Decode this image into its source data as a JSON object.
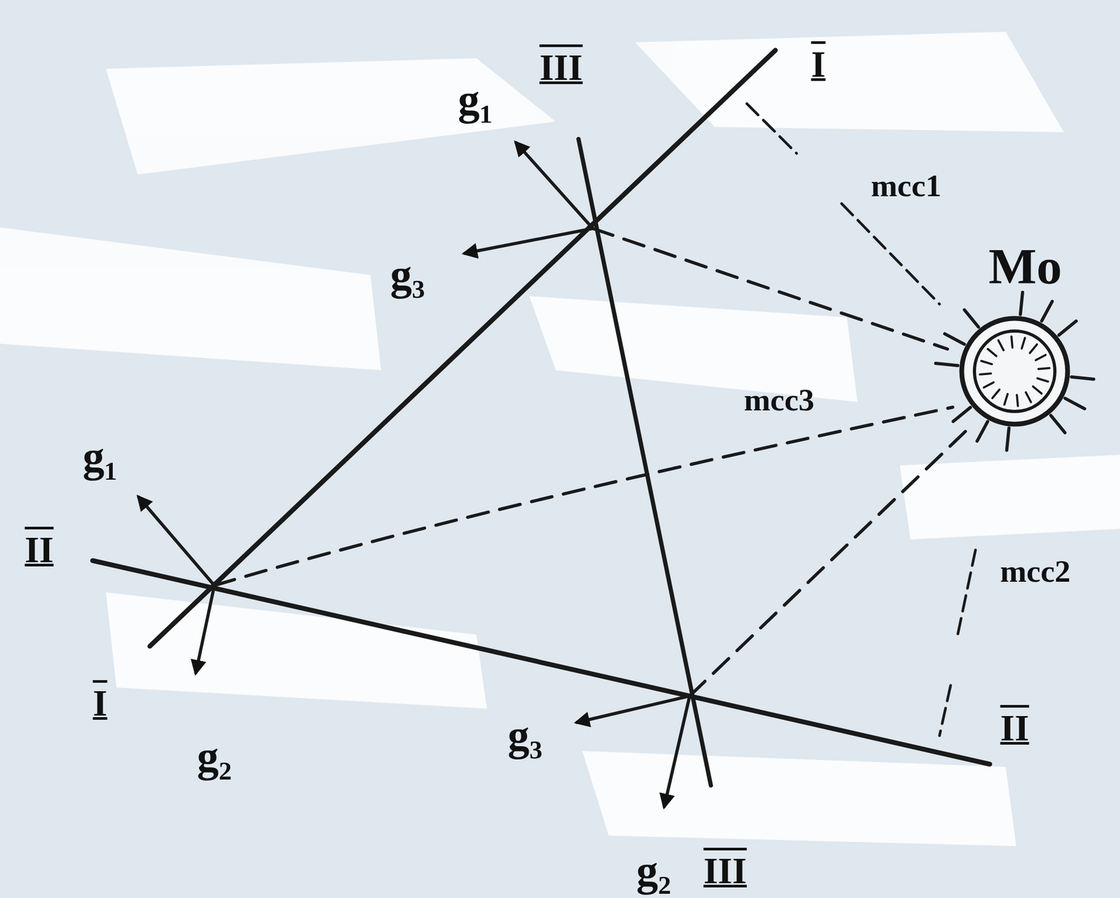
{
  "diagram": {
    "nodes": [
      {
        "text": [
          "Mo"
        ]
      }
    ],
    "labels": [
      "g₁",
      "III",
      "I",
      "mcc1",
      "g₃",
      "mcc3",
      "g₁",
      "II",
      "I",
      "g₂",
      "mcc2",
      "g₃",
      "II",
      "g₂",
      "III"
    ]
  }
}
